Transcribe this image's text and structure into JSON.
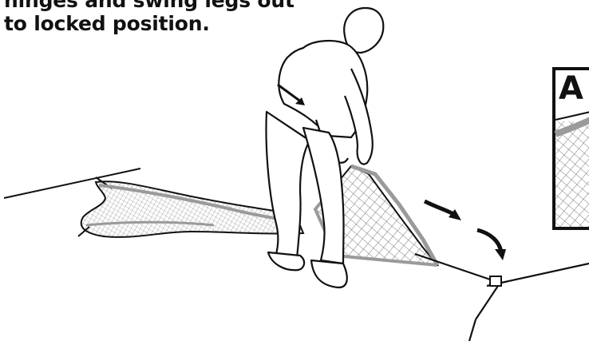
{
  "caption": {
    "line1": "hinges and swing legs out",
    "line2": "to locked position."
  },
  "inset": {
    "label": "A"
  },
  "colors": {
    "line": "#111111",
    "net_frame": "#9a9a9a",
    "net_mesh": "#666666",
    "background": "#ffffff"
  }
}
